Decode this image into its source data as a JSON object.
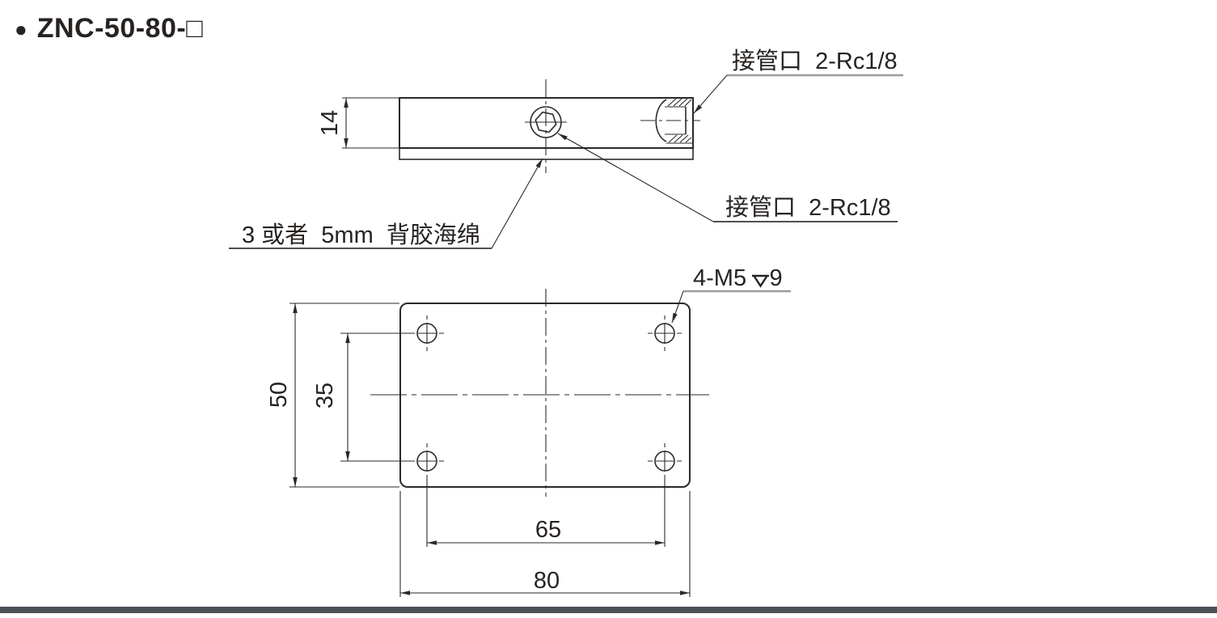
{
  "header": {
    "bullet": "●",
    "title": "ZNC-50-80-□"
  },
  "side_view": {
    "thickness_dim": "14",
    "port_label_top": "接管口  2-Rc1/8",
    "port_label_bottom": "接管口  2-Rc1/8",
    "sponge_label": "3 或者  5mm  背胶海绵"
  },
  "bottom_view": {
    "plate_height_dim": "50",
    "hole_pitch_vertical_dim": "35",
    "hole_pitch_horizontal_dim": "65",
    "plate_width_dim": "80",
    "thread_callout": "4-M5",
    "thread_depth": "9"
  },
  "colors": {
    "ink": "#272321",
    "underline_gray": "#9c9c9c",
    "footer_bar": "#4b5157"
  }
}
